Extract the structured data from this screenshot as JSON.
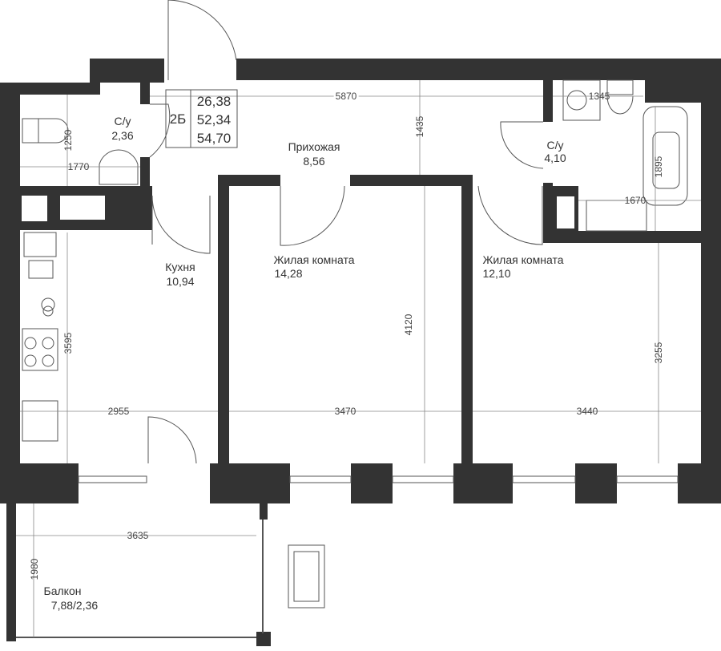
{
  "summary": {
    "type": "2Б",
    "living_area": "26,38",
    "total_area": "52,34",
    "total_with_balcony": "54,70"
  },
  "rooms": {
    "bath1": {
      "name": "С/у",
      "area": "2,36"
    },
    "hall": {
      "name": "Прихожая",
      "area": "8,56"
    },
    "bath2": {
      "name": "С/у",
      "area": "4,10"
    },
    "kitchen": {
      "name": "Кухня",
      "area": "10,94"
    },
    "room1": {
      "name": "Жилая комната",
      "area": "14,28"
    },
    "room2": {
      "name": "Жилая комната",
      "area": "12,10"
    },
    "balcony": {
      "name": "Балкон",
      "area": "7,88/2,36"
    }
  },
  "dimensions": {
    "hall_length": "5870",
    "hall_width": "1435",
    "bath1_h": "1250",
    "bath1_w": "1770",
    "bath2_w": "1345",
    "bath2_h": "1895",
    "bath2_w2": "1670",
    "kitchen_h": "3595",
    "kitchen_w": "2955",
    "room1_h": "4120",
    "room1_w": "3470",
    "room2_h": "3255",
    "room2_w": "3440",
    "balcony_w": "3635",
    "balcony_h": "1980"
  }
}
